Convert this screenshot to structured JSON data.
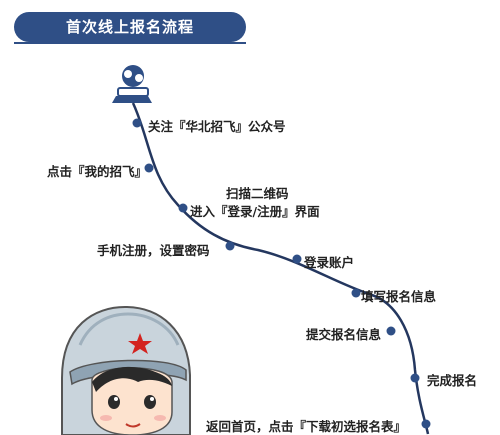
{
  "header": {
    "title": "首次线上报名流程"
  },
  "steps": [
    {
      "id": "s1",
      "label": "关注『华北招飞』公众号"
    },
    {
      "id": "s2",
      "label": "点击『我的招飞』"
    },
    {
      "id": "s3",
      "label": "扫描二维码"
    },
    {
      "id": "s4",
      "label": "进入『登录/注册』界面"
    },
    {
      "id": "s5",
      "label": "手机注册，设置密码"
    },
    {
      "id": "s6",
      "label": "登录账户"
    },
    {
      "id": "s7",
      "label": "填写报名信息"
    },
    {
      "id": "s8",
      "label": "提交报名信息"
    },
    {
      "id": "s9",
      "label": "完成报名"
    },
    {
      "id": "s10",
      "label": "返回首页，点击『下载初选报名表』"
    }
  ],
  "colors": {
    "banner": "#2f4f86",
    "path": "#24375f",
    "node": "#2f4f86"
  }
}
